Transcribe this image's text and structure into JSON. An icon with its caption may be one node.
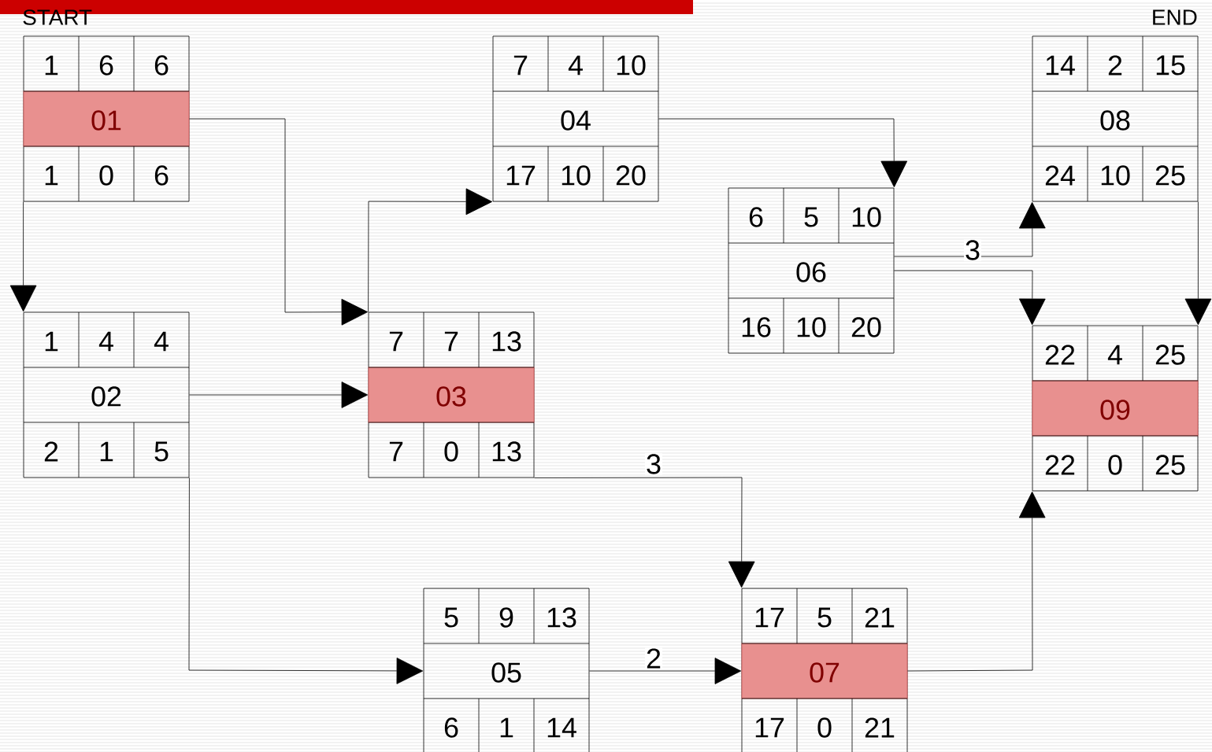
{
  "diagram": {
    "nodes": [
      {
        "text": [
          "1",
          "6",
          "6",
          "01",
          "1",
          "0",
          "6"
        ],
        "beside": [
          "START"
        ]
      },
      {
        "text": [
          "1",
          "4",
          "4",
          "02",
          "2",
          "1",
          "5"
        ]
      },
      {
        "text": [
          "7",
          "7",
          "13",
          "03",
          "7",
          "0",
          "13"
        ]
      },
      {
        "text": [
          "7",
          "4",
          "10",
          "04",
          "17",
          "10",
          "20"
        ]
      },
      {
        "text": [
          "5",
          "9",
          "13",
          "05",
          "6",
          "1",
          "14"
        ]
      },
      {
        "text": [
          "6",
          "5",
          "10",
          "06",
          "16",
          "10",
          "20"
        ]
      },
      {
        "text": [
          "17",
          "5",
          "21",
          "07",
          "17",
          "0",
          "21"
        ]
      },
      {
        "text": [
          "14",
          "2",
          "15",
          "08",
          "24",
          "10",
          "25"
        ],
        "beside": [
          "END"
        ]
      },
      {
        "text": [
          "22",
          "4",
          "25",
          "09",
          "22",
          "0",
          "25"
        ]
      }
    ],
    "edges": [
      {
        "from": 0,
        "to": 1,
        "arrow": "to"
      },
      {
        "from": 0,
        "to": 2,
        "arrow": "to"
      },
      {
        "from": 1,
        "to": 2,
        "arrow": "to"
      },
      {
        "from": 1,
        "to": 4,
        "arrow": "to"
      },
      {
        "from": 2,
        "to": 3,
        "arrow": "to"
      },
      {
        "from": 2,
        "to": 6,
        "arrow": "to",
        "label": "3"
      },
      {
        "from": 3,
        "to": 5,
        "arrow": "to"
      },
      {
        "from": 4,
        "to": 6,
        "arrow": "to",
        "label": "2"
      },
      {
        "from": 5,
        "to": 7,
        "arrow": "to",
        "label": "3"
      },
      {
        "from": 5,
        "to": 8,
        "arrow": "to"
      },
      {
        "from": 6,
        "to": 8,
        "arrow": "to"
      },
      {
        "from": 7,
        "to": 8,
        "arrow": "to"
      }
    ]
  }
}
